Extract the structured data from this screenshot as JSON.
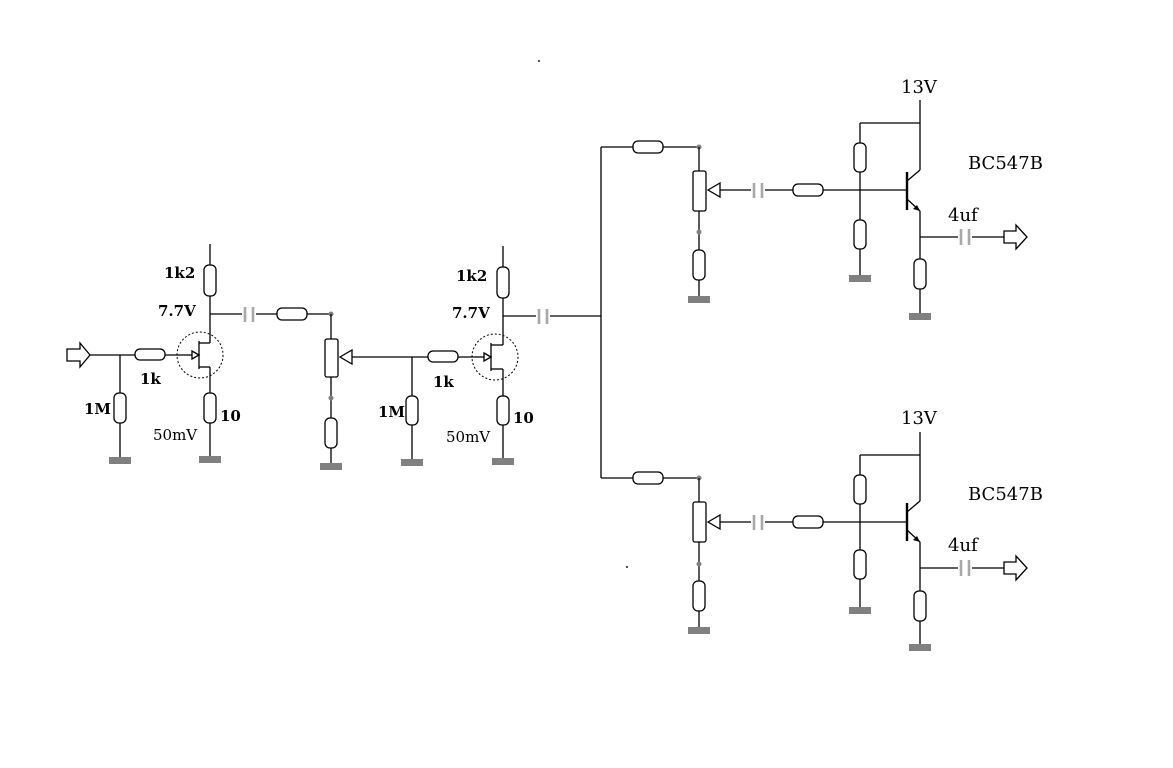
{
  "stage1": {
    "drain_resistor": "1k2",
    "drain_voltage": "7.7V",
    "gate_resistor": "1k",
    "bias_resistor": "1M",
    "source_voltage": "50mV",
    "source_resistor": "10"
  },
  "stage2": {
    "drain_resistor": "1k2",
    "drain_voltage": "7.7V",
    "gate_resistor": "1k",
    "bias_resistor": "1M",
    "source_voltage": "50mV",
    "source_resistor": "10"
  },
  "output_top": {
    "supply": "13V",
    "transistor": "BC547B",
    "capacitor": "4uf"
  },
  "output_bottom": {
    "supply": "13V",
    "transistor": "BC547B",
    "capacitor": "4uf"
  }
}
